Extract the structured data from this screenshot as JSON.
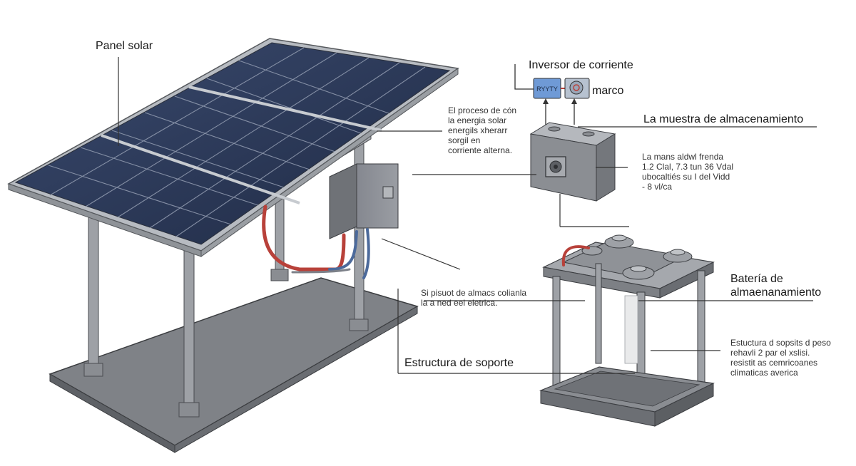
{
  "labels": {
    "panel_solar": "Panel solar",
    "inversor": "Inversor de corriente",
    "marco": "marco",
    "muestra": "La muestra de almacenamiento",
    "bateria_line1": "Batería de",
    "bateria_line2": "almaenanamiento",
    "estructura": "Estructura de soporte"
  },
  "inverter_widget_text": "RYYTY",
  "notes": {
    "proceso": [
      "El proceso de cón",
      "la energia solar",
      "energils xherarr",
      "sorgil en",
      "corriente alterna."
    ],
    "muestra_specs": [
      "La mans aldwl frenda",
      "1.2 Clal, 7.3 tun      36 Vdal",
      "ubocaltiés su I del Vidd",
      "- 8 vl/ca"
    ],
    "sistema": [
      "Si pisuot de almacs colianla",
      "la a ned eel eletrica."
    ],
    "estructura_desc": [
      "Estuctura d sopsits d peso",
      "rehavli 2 par el xslisi.",
      "resistit as cemricoanes",
      "climaticas averica"
    ]
  },
  "colors": {
    "panel_cell": "#2a3652",
    "panel_grid": "#9aa3b5",
    "frame": "#a9adb3",
    "metal": "#8e9196",
    "base": "#7d8085",
    "cable_red": "#b8413a",
    "cable_blue": "#4c6a9b",
    "inverter_blue": "#6f9ad6"
  }
}
